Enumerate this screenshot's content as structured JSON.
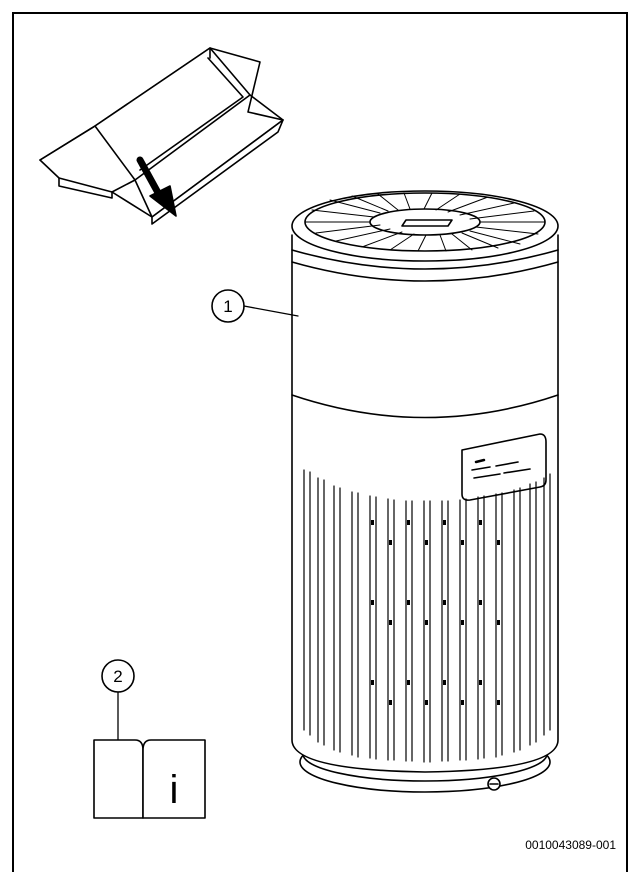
{
  "callouts": {
    "device": "1",
    "manual": "2"
  },
  "manual_icon_glyph": "i",
  "reference_code": "0010043089-001",
  "icons": [
    "box-icon",
    "arrow-icon",
    "air-purifier-icon",
    "manual-icon"
  ]
}
